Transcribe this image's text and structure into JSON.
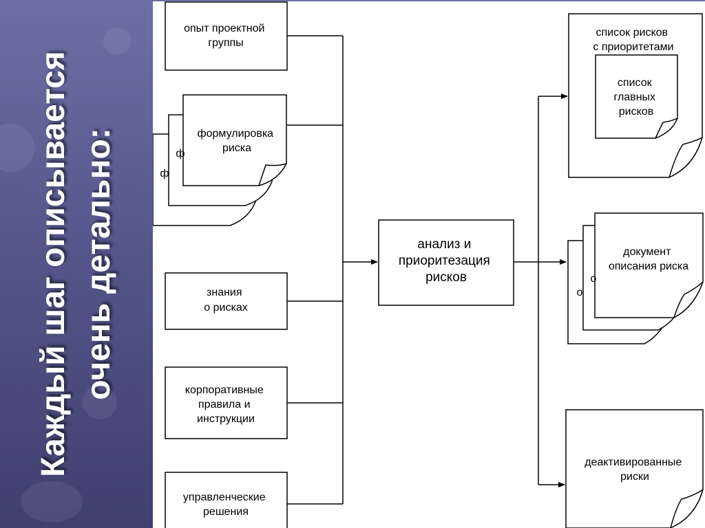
{
  "slide": {
    "title_line1": "Каждый шаг описывается",
    "title_line2": "очень детально:"
  },
  "diagram": {
    "inputs": {
      "experience": [
        "опыт проектной",
        "группы"
      ],
      "formulation": [
        "формулировка",
        "риска"
      ],
      "formulation_back1": "ф",
      "formulation_back2": "ф",
      "knowledge": [
        "знания",
        "о рисках"
      ],
      "corporate": [
        "корпоративные",
        "правила и",
        "инструкции"
      ],
      "management": [
        "управленческие",
        "решения"
      ]
    },
    "process": [
      "анализ и",
      "приоритезация",
      "рисков"
    ],
    "outputs": {
      "risk_list": [
        "список рисков",
        "с приоритетами"
      ],
      "top_risks": [
        "список",
        "главных",
        "рисков"
      ],
      "risk_doc": [
        "документ",
        "описания риска"
      ],
      "risk_doc_back1": "о",
      "risk_doc_back2": "о",
      "deactivated": [
        "деактивированные",
        "риски"
      ]
    }
  }
}
